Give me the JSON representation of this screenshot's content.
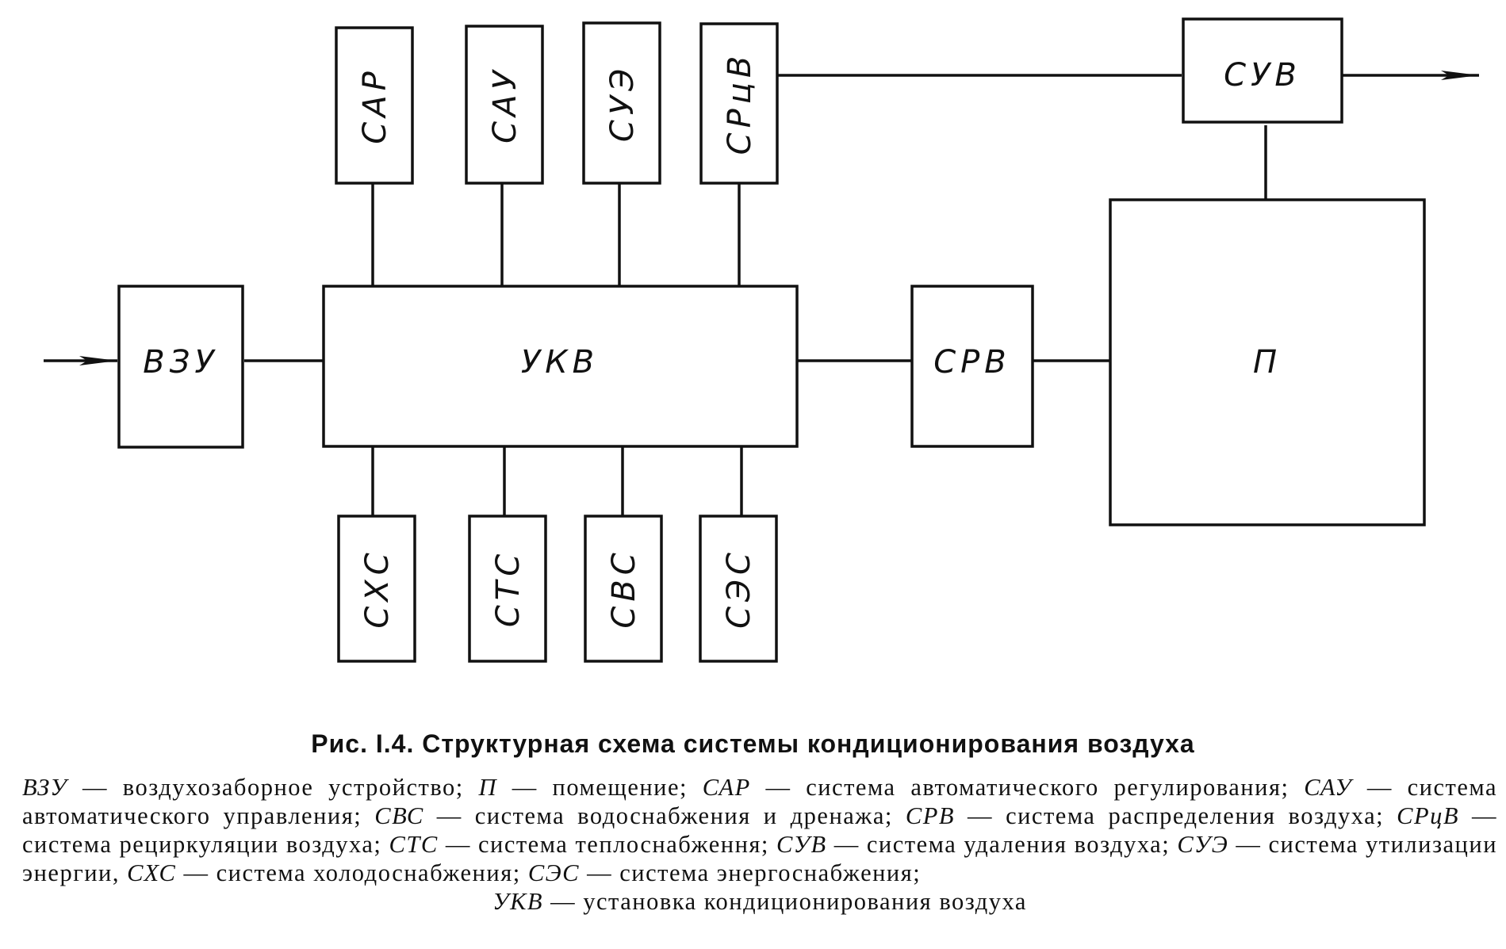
{
  "blocks": {
    "vzu": "ВЗУ",
    "ukv": "УКВ",
    "srv": "СРВ",
    "p": "П",
    "suv": "СУВ",
    "sar": "САР",
    "sau": "САУ",
    "sue": "СУЭ",
    "srcv": "СРцВ",
    "sxs": "СХС",
    "sts": "СТС",
    "svs": "СВС",
    "ses": "СЭС"
  },
  "caption": "Рис. I.4. Структурная схема системы кондиционирования воздуха",
  "legend": [
    {
      "abbr": "ВЗУ",
      "text": " — воздухозаборное устройство; "
    },
    {
      "abbr": "П",
      "text": " — помещение; "
    },
    {
      "abbr": "САР",
      "text": " — система автоматического регулирования; "
    },
    {
      "abbr": "САУ",
      "text": " — система автоматического управления; "
    },
    {
      "abbr": "СВС",
      "text": " — система водоснабжения и дренажа; "
    },
    {
      "abbr": "СРВ",
      "text": " — система распределения воздуха; "
    },
    {
      "abbr": "СРцВ",
      "text": " — система рециркуляции воздуха; "
    },
    {
      "abbr": "СТС",
      "text": " — система теплоснабження; "
    },
    {
      "abbr": "СУВ",
      "text": " — система удаления воздуха; "
    },
    {
      "abbr": "СУЭ",
      "text": " — система утилизации энергии, "
    },
    {
      "abbr": "СХС",
      "text": " — система холодоснабжения; "
    },
    {
      "abbr": "СЭС",
      "text": " — система энергоснабжения; "
    },
    {
      "abbr": "УКВ",
      "text": " — установка кондиционирования воздуха"
    }
  ]
}
